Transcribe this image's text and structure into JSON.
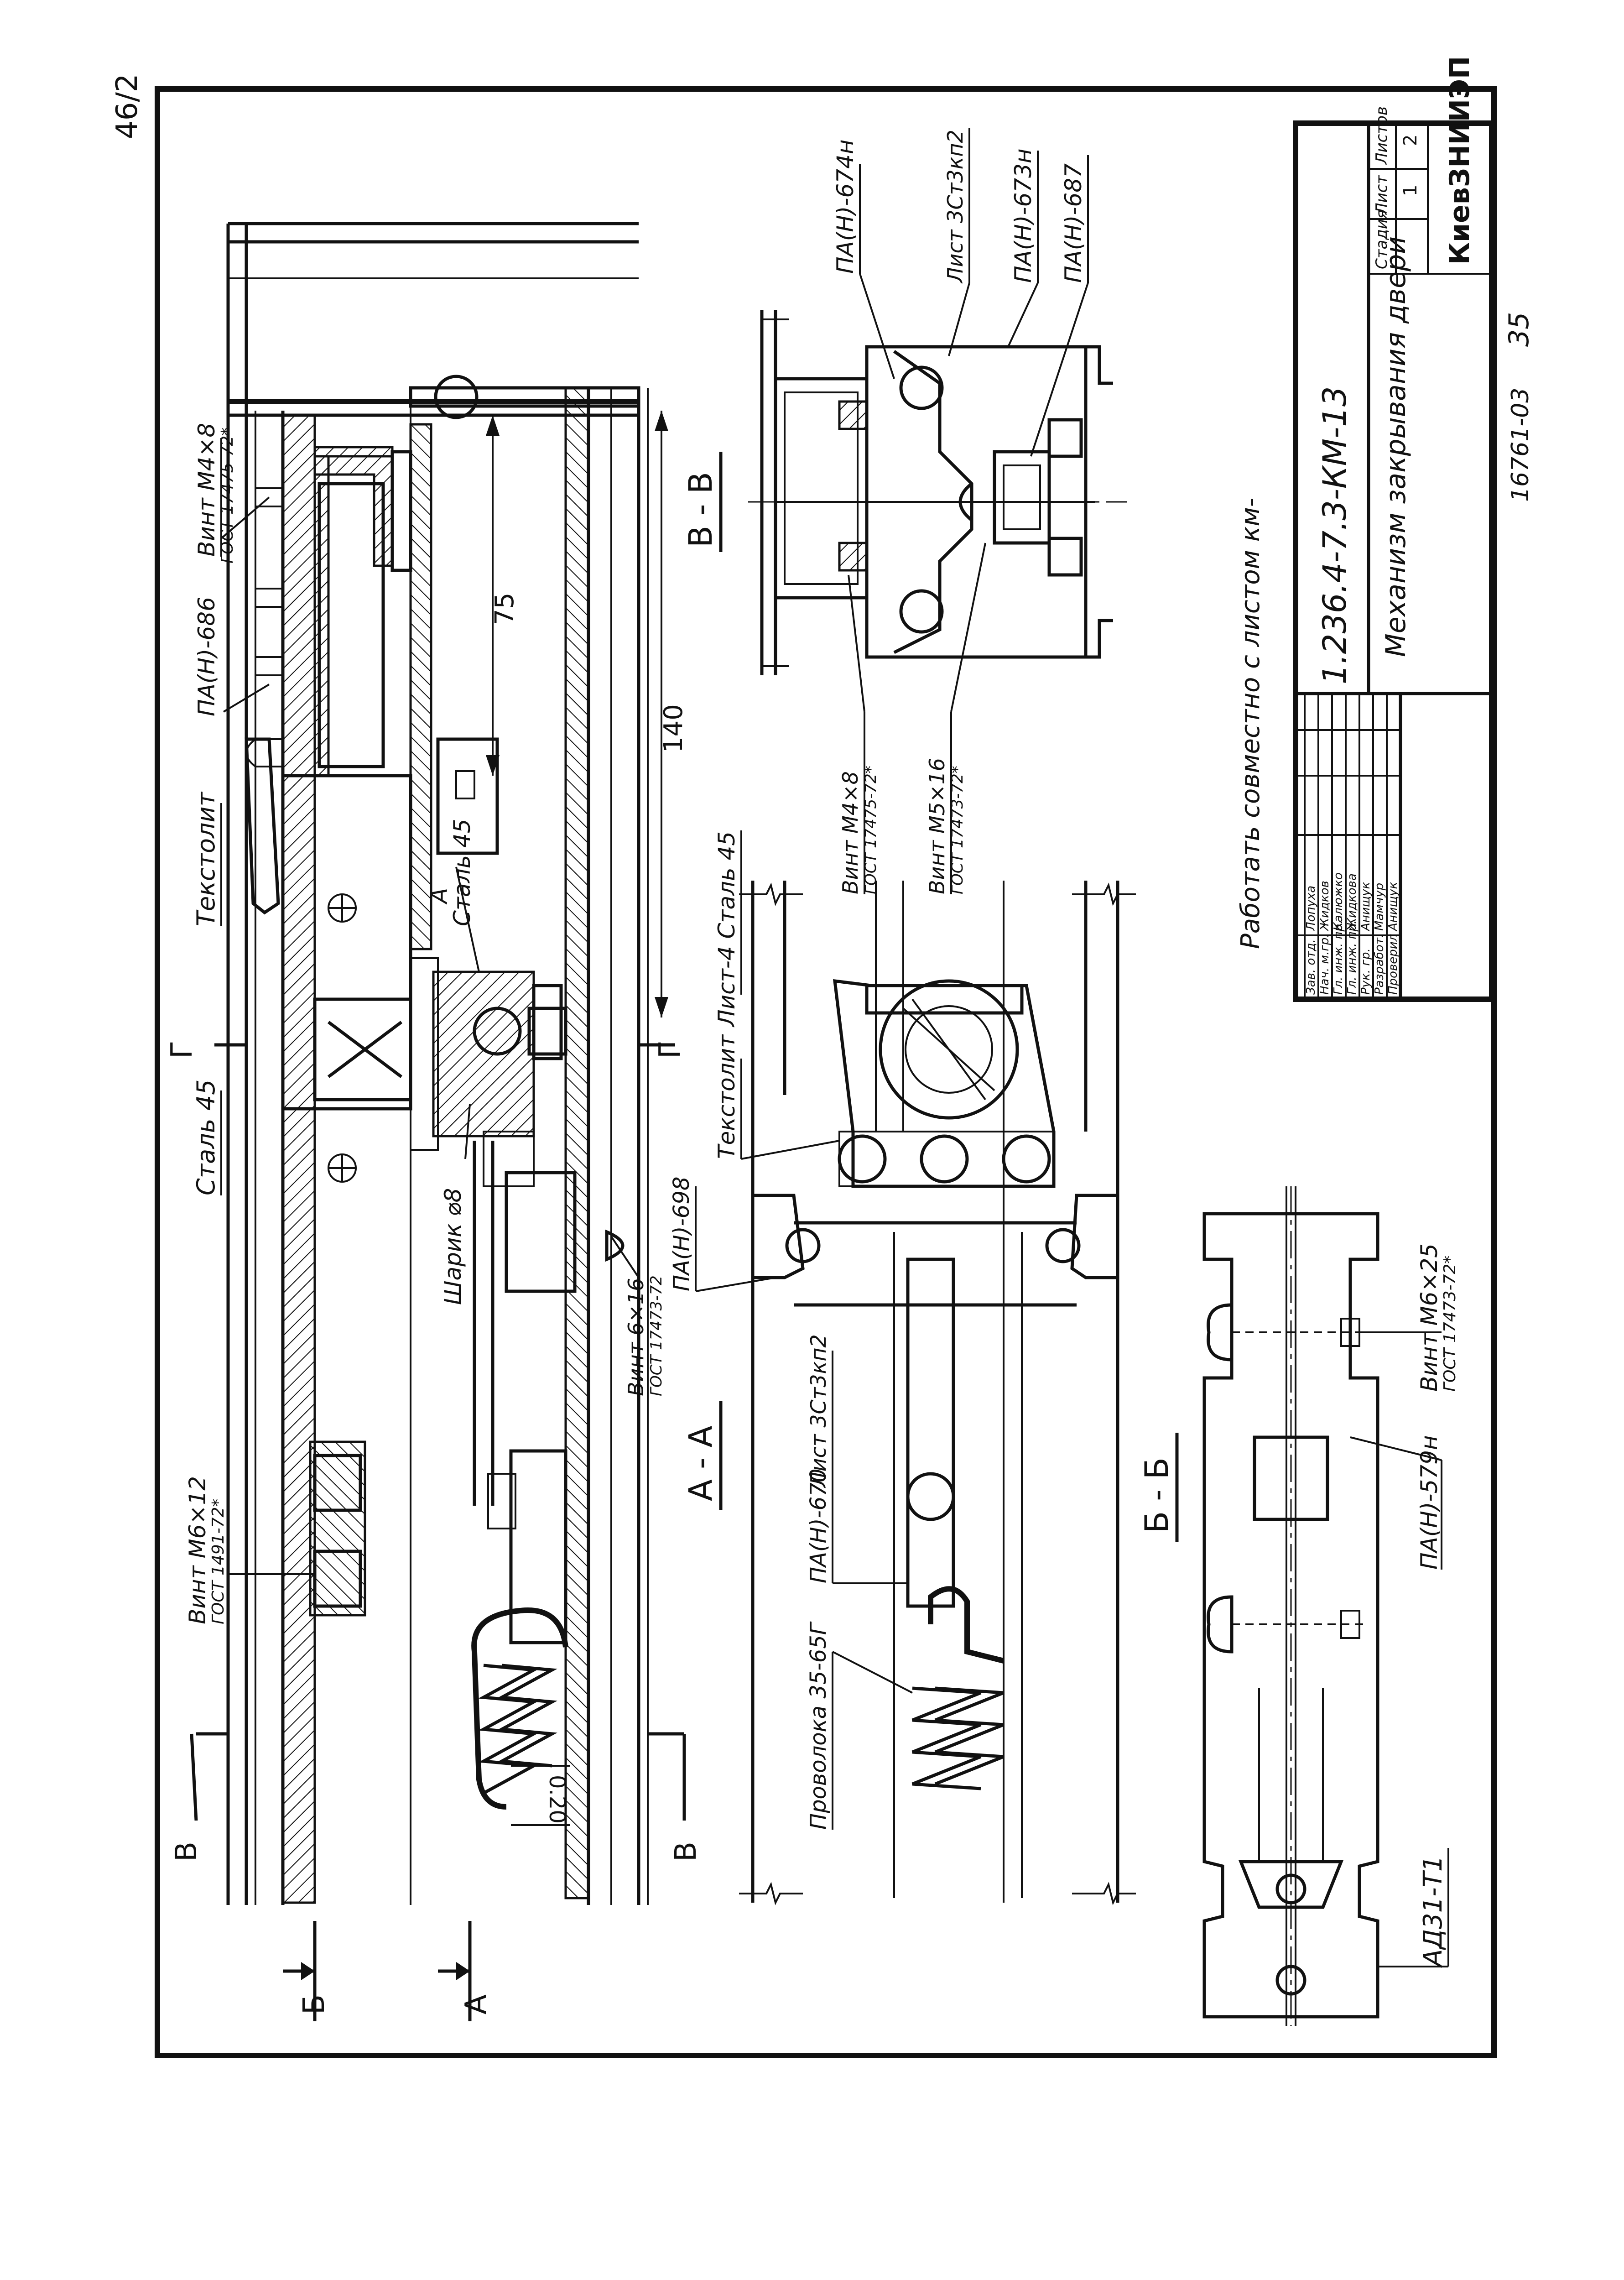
{
  "sheet": {
    "page_mark": "46/2",
    "doc_code": "1.236.4-7.3-КМ-13",
    "doc_title": "Механизм закрывания двери",
    "side_note": "Работать совместно с листом км-",
    "bottom_number": "16761-03",
    "bottom_page": "35"
  },
  "title_block": {
    "col_stage": "Стадия",
    "col_sheet": "Лист",
    "col_sheets": "Листов",
    "val_sheet": "1",
    "val_sheets": "2",
    "org": "КиевЗНИИЭП",
    "signers": [
      {
        "role": "Зав. отд.",
        "name": "Лопуха"
      },
      {
        "role": "Нач. м.гр.",
        "name": "Жидков"
      },
      {
        "role": "Гл. инж. пр.",
        "name": "Калюжко"
      },
      {
        "role": "Гл. инж. пр.",
        "name": "Жидкова"
      },
      {
        "role": "Рук. гр.",
        "name": "Анищук"
      },
      {
        "role": "Разработ.",
        "name": "Мамчур"
      },
      {
        "role": "Проверил",
        "name": "Анищук"
      }
    ]
  },
  "sections": {
    "aa": "А - А",
    "bb": "Б - Б",
    "vv": "В - В",
    "mark_a": "А",
    "mark_b": "Б",
    "mark_v": "В",
    "mark_g": "Г"
  },
  "dimensions": {
    "d75": "75",
    "d140": "140",
    "d20": "0.20"
  },
  "labels": {
    "vint_m4x8_top": "Винт М4×8",
    "gost_m4x8_top": "ГОСТ 17475-72*",
    "pa_686": "ПА(Н)-686",
    "tekstolit_1": "Текстолит",
    "stal45_1": "Сталь 45",
    "sharik": "Шарик ⌀8",
    "vint_m6x12": "Винт М6×12",
    "gost_m6x12": "ГОСТ 1491-72*",
    "a_stal45": "А",
    "a_stal45_b": "Сталь 45",
    "list4_stal45": "Лист-4 Сталь 45",
    "tekstolit_2": "Текстолит",
    "vint_6x16": "Винт 6×16",
    "gost_6x16": "ГОСТ 17473-72",
    "pa_698": "ПА(Н)-698",
    "list3": "Лист 3Ст3кп2",
    "pa_670": "ПА(Н)-670",
    "provoloka": "Проволока 35-65Г",
    "pa_674": "ПА(Н)-674н",
    "list3_v": "Лист 3Ст3кп2",
    "pa_673": "ПА(Н)-673н",
    "pa_687": "ПА(Н)-687",
    "vint_m4x8_v": "Винт М4×8",
    "gost_m4x8_v": "ГОСТ 17475-72*",
    "vint_m5x16": "Винт М5×16",
    "gost_m5x16": "ГОСТ 17473-72*",
    "vint_m6x25": "Винт М6×25",
    "gost_m6x25": "ГОСТ 17473-72*",
    "pa_579": "ПА(Н)-579н",
    "ad31": "АД31-Т1"
  }
}
